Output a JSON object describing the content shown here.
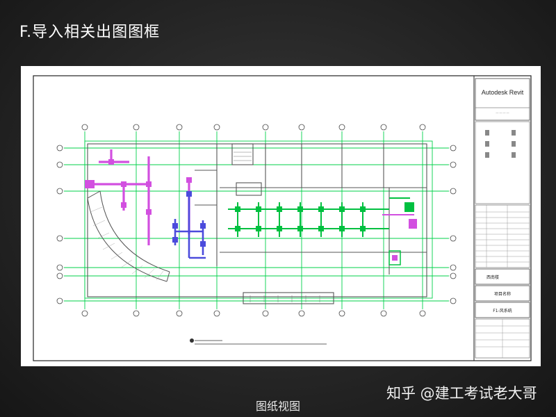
{
  "slide": {
    "title": "F.导入相关出图图框",
    "caption": "图纸视图",
    "watermark": "知乎 @建工考试老大哥"
  },
  "title_block": {
    "brand": "Autodesk Revit",
    "fields": [
      "西南楼",
      "项目名称",
      "F1-风系统"
    ]
  },
  "colors": {
    "background": "#2a2a2a",
    "sheet": "#ffffff",
    "grid_line": "#00d24a",
    "duct_magenta": "#d24fe0",
    "duct_blue": "#4b4bdc",
    "duct_green": "#00c040",
    "wall": "#555555"
  }
}
